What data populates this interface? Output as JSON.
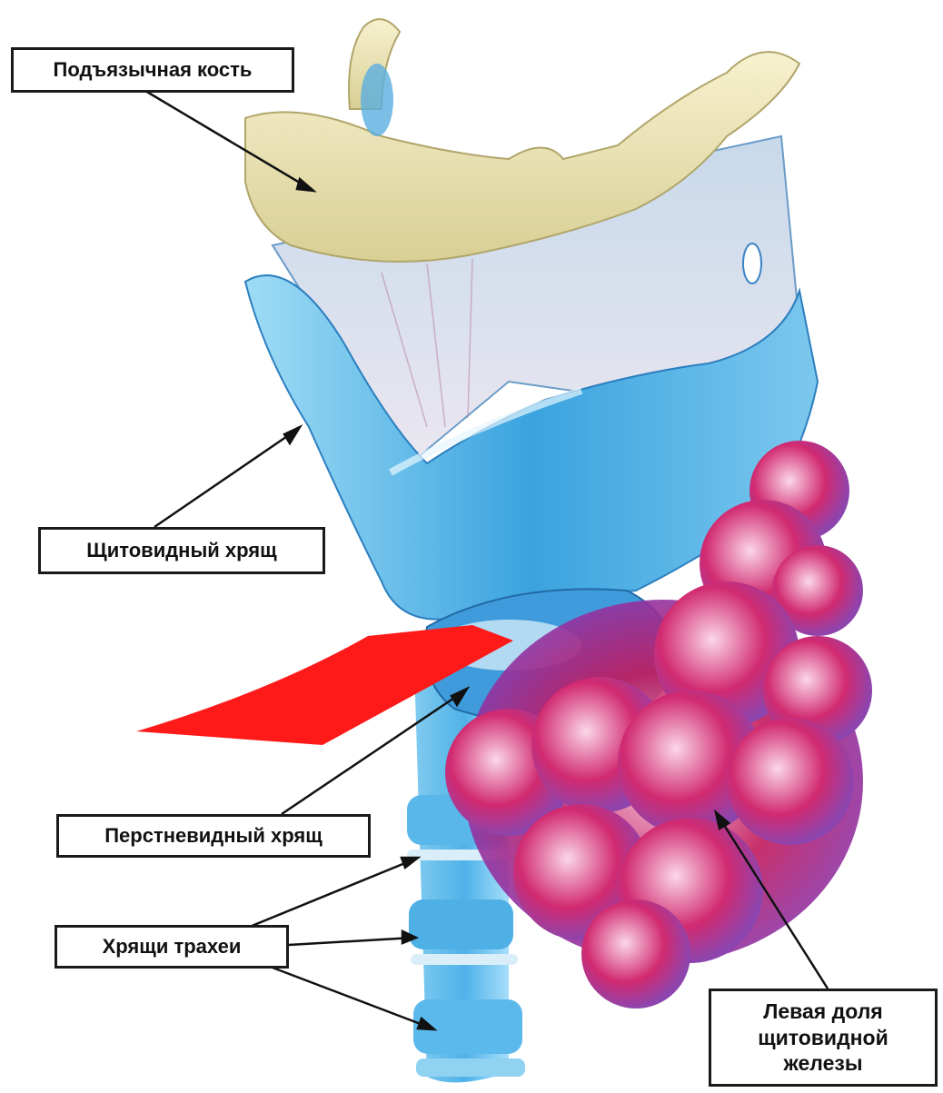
{
  "labels": {
    "hyoid": "Подъязычная кость",
    "thyroid_cartilage": "Щитовидный хрящ",
    "cricoid_cartilage": "Перстневидный  хрящ",
    "tracheal_cartilages": "Хрящи трахеи",
    "left_lobe": [
      "Левая доля",
      "щитовидной",
      "железы"
    ]
  },
  "colors": {
    "cartilage_blue": "#5bb8e6",
    "bone": "#ece6b8",
    "thyroid_gland": "#c2185b",
    "arrow_red": "#ff1a1a",
    "label_border": "#1a1a1a"
  }
}
